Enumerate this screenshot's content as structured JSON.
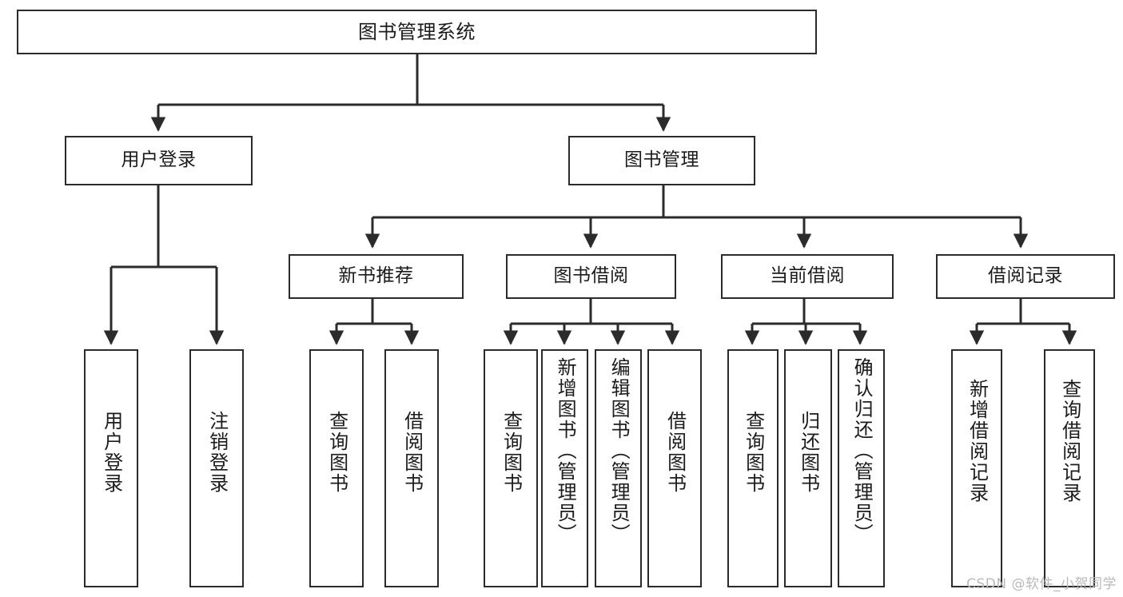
{
  "diagram": {
    "title": "图书管理系统",
    "type": "tree",
    "watermark": "CSDN @软件_小贺同学",
    "colors": {
      "stroke": "#2b2b2b",
      "fill": "#ffffff",
      "watermark": "#b9b9b9"
    },
    "nodes": {
      "root": {
        "label": "图书管理系统"
      },
      "level2": [
        {
          "label": "用户登录"
        },
        {
          "label": "图书管理"
        }
      ],
      "level3": [
        {
          "label": "新书推荐"
        },
        {
          "label": "图书借阅"
        },
        {
          "label": "当前借阅"
        },
        {
          "label": "借阅记录"
        }
      ],
      "leaves": {
        "user_login": [
          {
            "label": "用户登录"
          },
          {
            "label": "注销登录"
          }
        ],
        "new_book": [
          {
            "label": "查询图书"
          },
          {
            "label": "借阅图书"
          }
        ],
        "borrow_book": [
          {
            "label": "查询图书"
          },
          {
            "label": "新增图书（管理员）"
          },
          {
            "label": "编辑图书（管理员）"
          },
          {
            "label": "借阅图书"
          }
        ],
        "current_borrow": [
          {
            "label": "查询图书"
          },
          {
            "label": "归还图书"
          },
          {
            "label": "确认归还（管理员）"
          }
        ],
        "borrow_record": [
          {
            "label": "新增借阅记录"
          },
          {
            "label": "查询借阅记录"
          }
        ]
      }
    }
  }
}
